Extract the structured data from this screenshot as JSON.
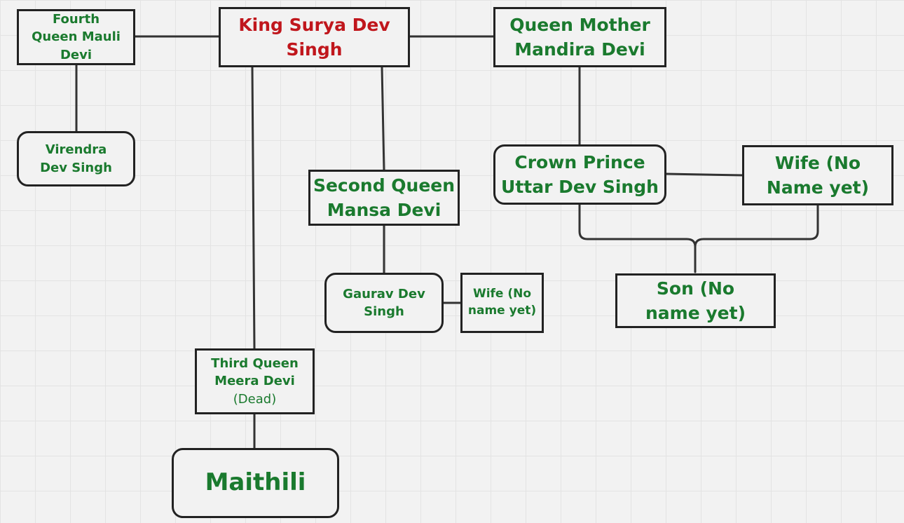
{
  "nodes": {
    "king": "King Surya Dev Singh",
    "fourth_queen": "Fourth Queen Mauli Devi",
    "virendra": "Virendra Dev Singh",
    "queen_mother": "Queen Mother Mandira Devi",
    "crown_prince": "Crown Prince Uttar Dev Singh",
    "crown_prince_wife": "Wife (No Name yet)",
    "son": "Son (No name yet)",
    "second_queen": "Second Queen Mansa Devi",
    "gaurav": "Gaurav Dev Singh",
    "gaurav_wife": "Wife (No name yet)",
    "third_queen": "Third Queen Meera Devi",
    "third_queen_note": "(Dead)",
    "maithili": "Maithili"
  },
  "colors": {
    "king_text": "#c0161c",
    "node_text": "#1a7a2e",
    "border": "#222222",
    "background": "#f2f2f2"
  }
}
